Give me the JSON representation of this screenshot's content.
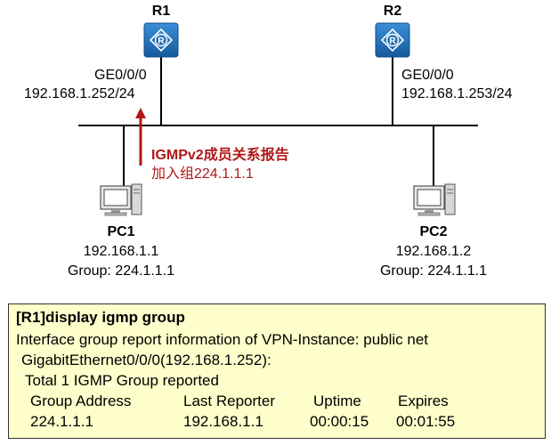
{
  "routers": [
    {
      "name": "R1",
      "interface": "GE0/0/0",
      "ip": "192.168.1.252/24"
    },
    {
      "name": "R2",
      "interface": "GE0/0/0",
      "ip": "192.168.1.253/24"
    }
  ],
  "pcs": [
    {
      "name": "PC1",
      "ip": "192.168.1.1",
      "group": "Group: 224.1.1.1"
    },
    {
      "name": "PC2",
      "ip": "192.168.1.2",
      "group": "Group: 224.1.1.1"
    }
  ],
  "report": {
    "title": "IGMPv2成员关系报告",
    "detail": "加入组224.1.1.1",
    "color": "#b01818"
  },
  "cli": {
    "command": "[R1]display igmp group",
    "line1": "Interface group report information of VPN-Instance: public net",
    "line2": "GigabitEthernet0/0/0(192.168.1.252):",
    "line3": "Total 1 IGMP Group reported",
    "headers": [
      "Group Address",
      "Last Reporter",
      "Uptime",
      "Expires"
    ],
    "row": [
      "224.1.1.1",
      "192.168.1.1",
      "00:00:15",
      "00:01:55"
    ]
  },
  "colors": {
    "router": "#1f6fb8",
    "router_border": "#0d4d8c",
    "cli_bg": "#ffffcc"
  },
  "icons": {
    "router": "router-icon",
    "pc": "pc-icon",
    "arrow": "up-arrow-icon"
  }
}
